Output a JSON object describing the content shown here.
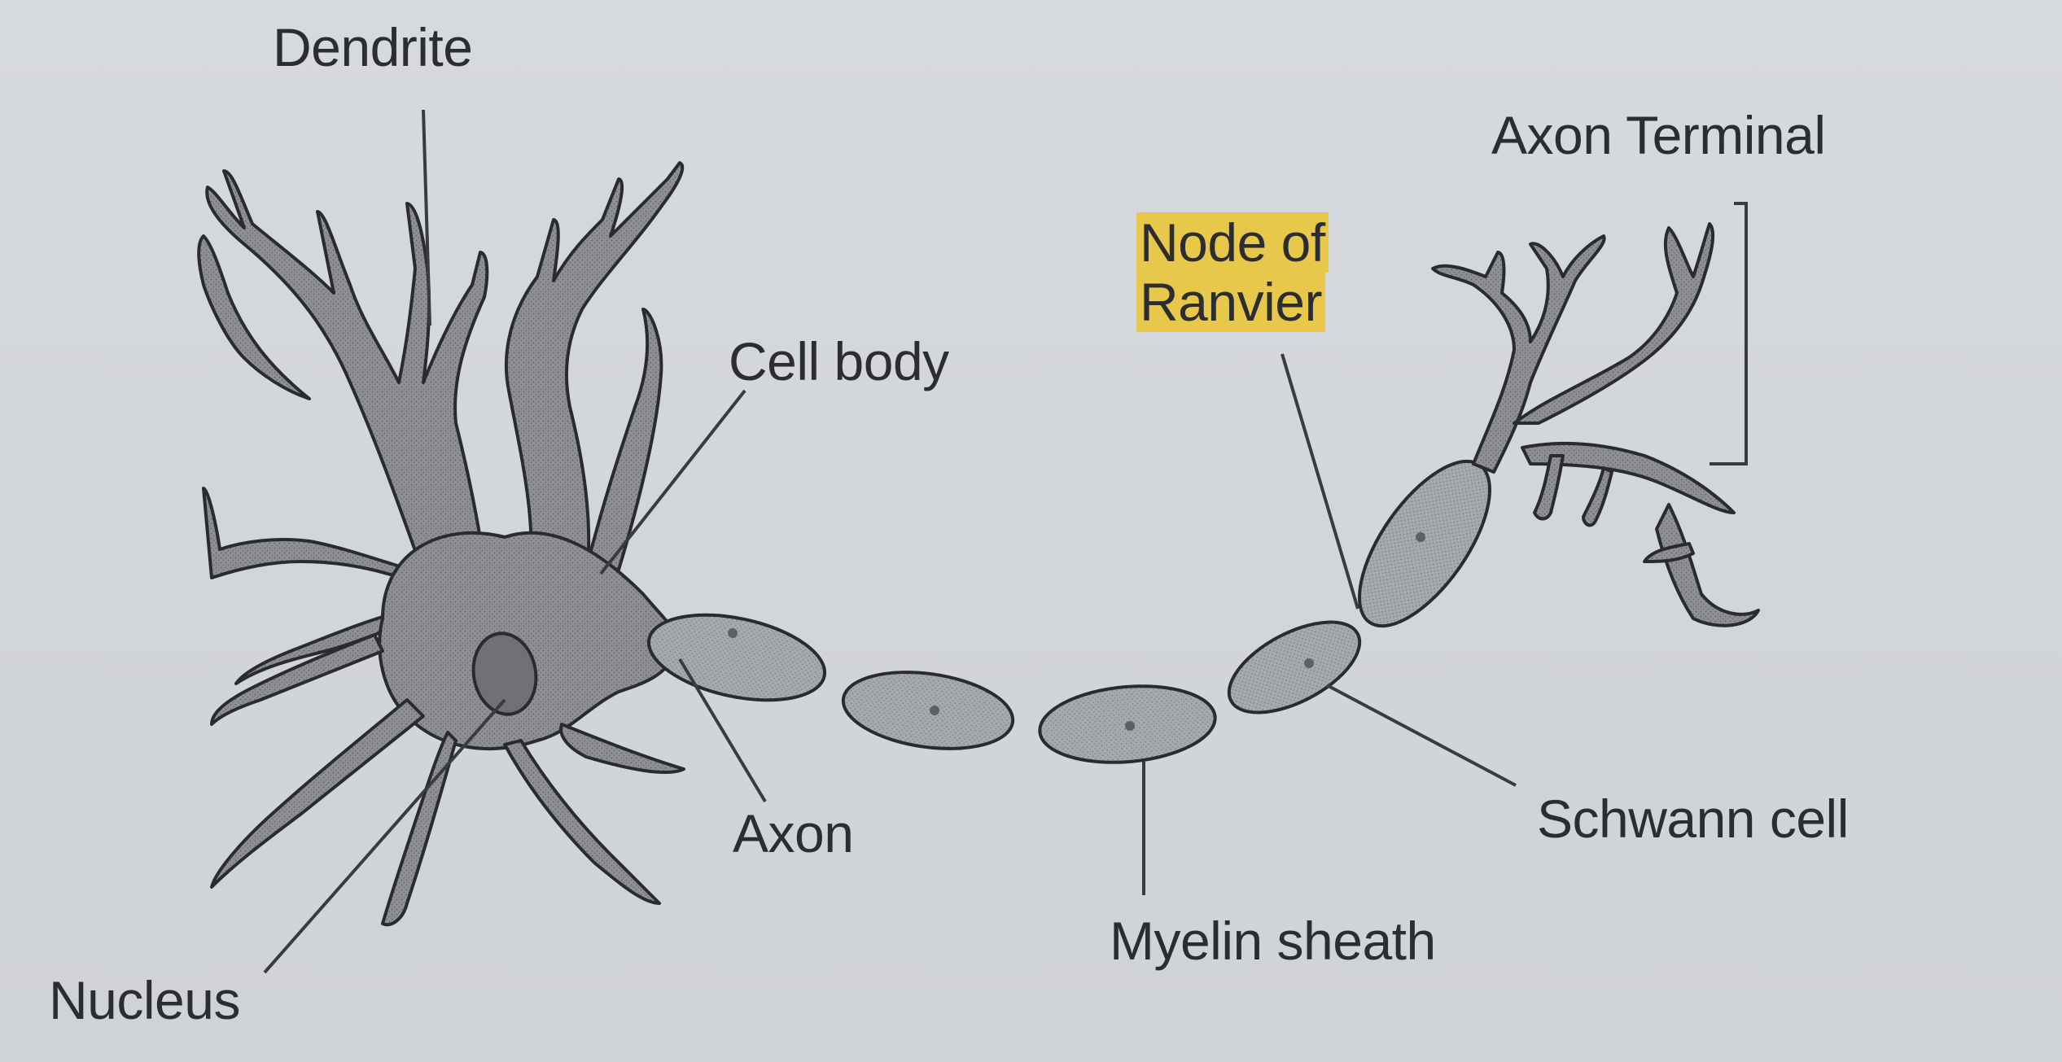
{
  "diagram": {
    "labels": {
      "dendrite": "Dendrite",
      "cell_body": "Cell body",
      "axon": "Axon",
      "nucleus": "Nucleus",
      "node_of_ranvier_line1": "Node of",
      "node_of_ranvier_line2": "Ranvier",
      "axon_terminal": "Axon Terminal",
      "schwann_cell": "Schwann cell",
      "myelin_sheath": "Myelin sheath"
    },
    "colors": {
      "background": "#d3d6da",
      "neuron_fill": "#8d8f93",
      "sheath_fill": "#a4a7ab",
      "outline": "#2a2b2e",
      "highlight": "#e8c84a"
    }
  }
}
